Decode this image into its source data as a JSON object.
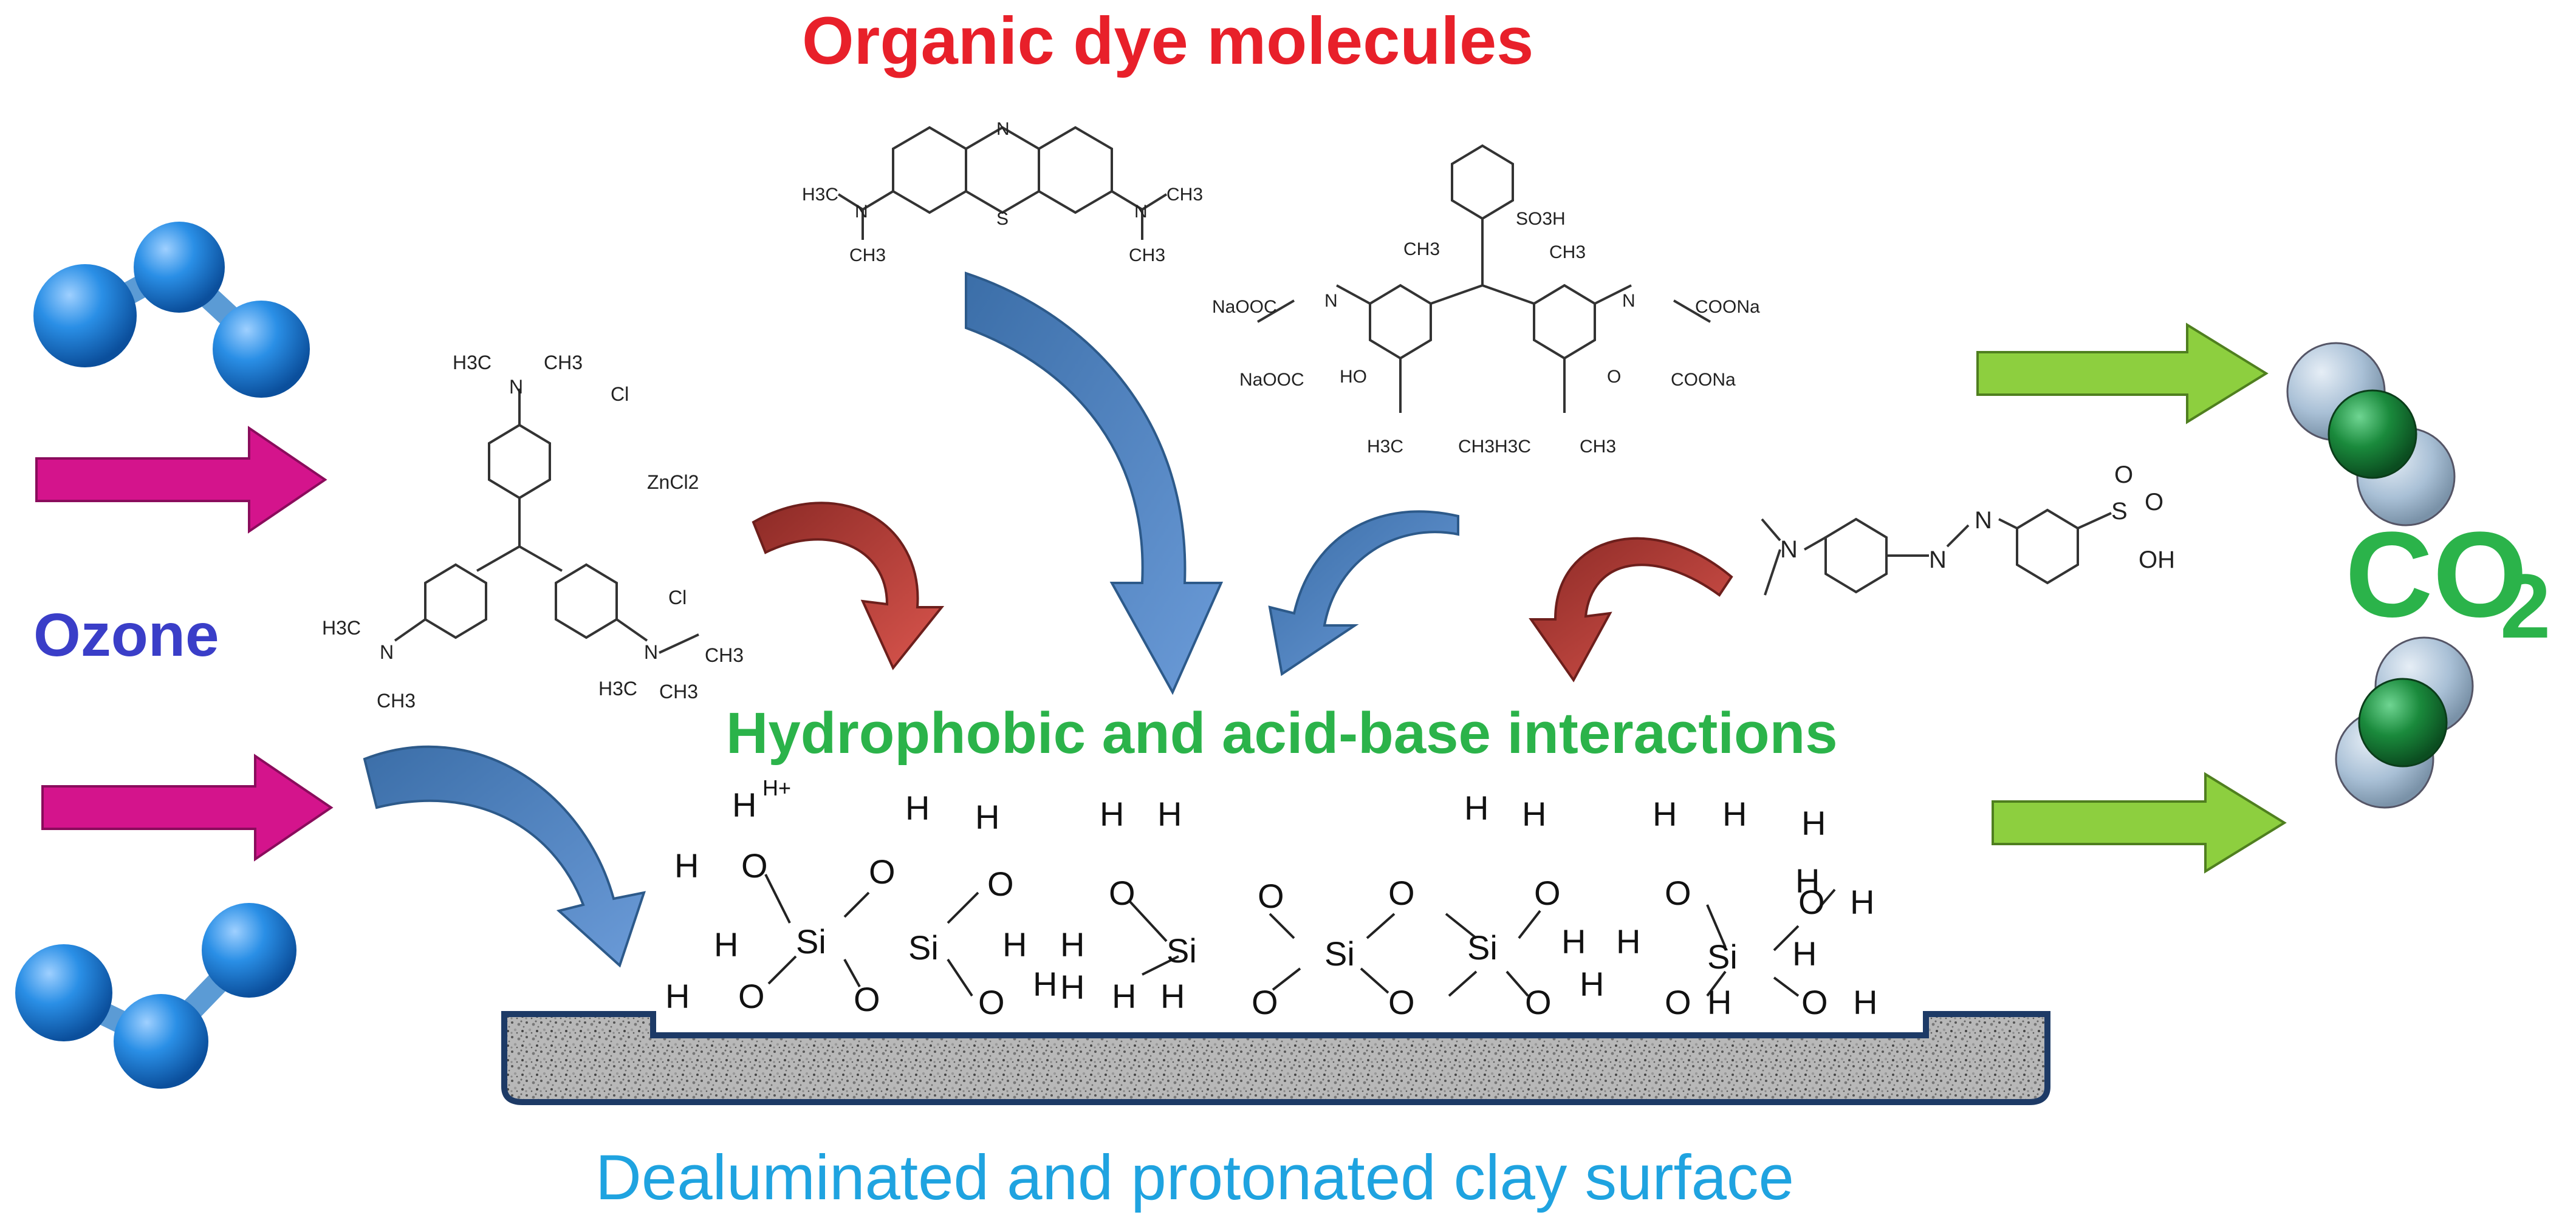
{
  "labels": {
    "organic_dye": "Organic dye molecules",
    "ozone": "Ozone",
    "co2_main": "CO",
    "co2_sub": "2",
    "interactions": "Hydrophobic and acid-base interactions",
    "clay_surface": "Dealuminated and protonated clay surface"
  },
  "colors": {
    "organic_dye": "#e8202a",
    "ozone": "#3a3ec8",
    "co2": "#2bb34a",
    "interactions": "#2bb34a",
    "clay_surface": "#1fa3e0",
    "ozone_arrow": "#d4148c",
    "green_arrow": "#8dcf3f",
    "blue_curved_arrow": "#4a7fc1",
    "red_curved_arrow": "#b8403c",
    "ozone_atom": "#1e88e5",
    "co2_carbon": "#1a8a3c",
    "co2_oxygen": "#a9c4dd"
  },
  "molecules": {
    "methylene_blue": {
      "atoms": [
        "N",
        "S",
        "H3C",
        "N",
        "CH3",
        "CH3",
        "N",
        "CH3"
      ]
    },
    "crystal_violet": {
      "atoms": [
        "H3C",
        "N",
        "CH3",
        "Cl",
        "ZnCl2",
        "Cl",
        "H3C",
        "N",
        "CH3",
        "N",
        "CH3",
        "H3C",
        "CH3"
      ]
    },
    "xylenol_orange": {
      "atoms": [
        "SO3H",
        "CH3",
        "NaOOC",
        "N",
        "N",
        "COONa",
        "NaOOC",
        "HO",
        "O",
        "COONa",
        "CH3",
        "H3C",
        "CH3H3C",
        "CH3"
      ]
    },
    "methyl_orange": {
      "atoms": [
        "N",
        "N",
        "N",
        "S",
        "O",
        "O",
        "OH"
      ]
    }
  },
  "surface": {
    "si": "Si",
    "o": "O",
    "h": "H",
    "h_plus": "H+"
  }
}
